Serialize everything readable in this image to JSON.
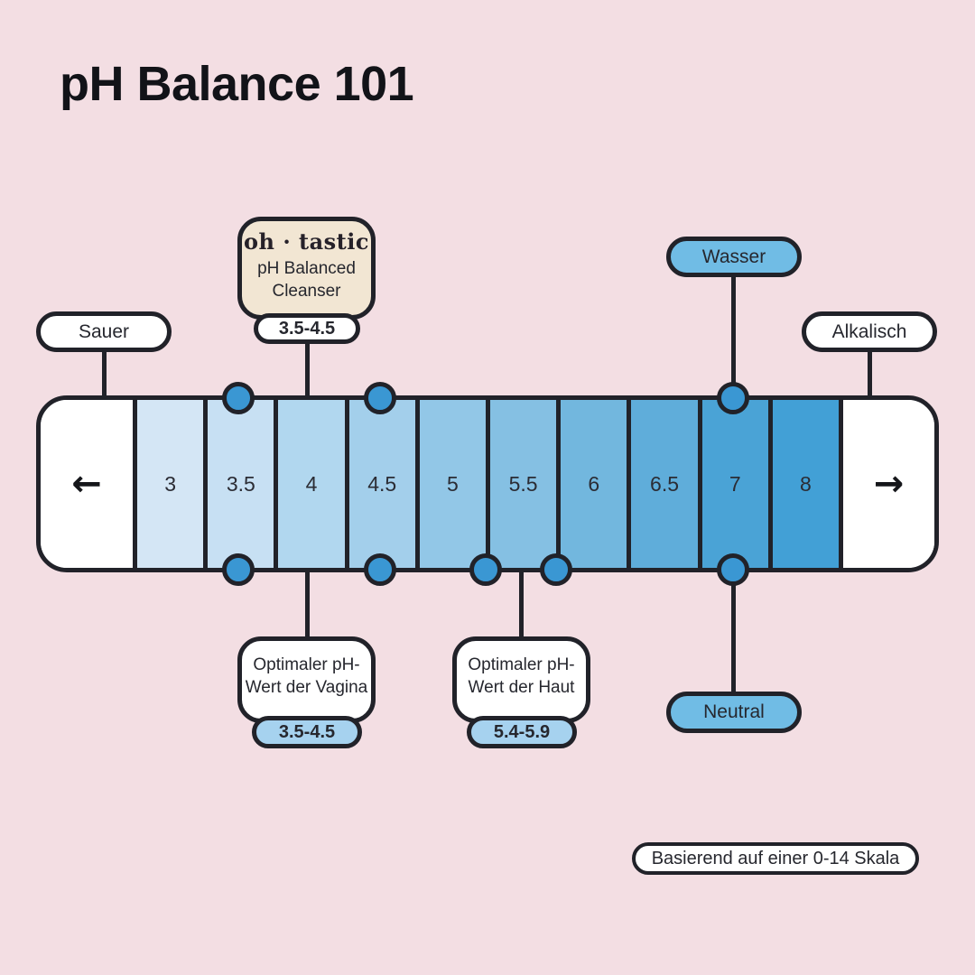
{
  "title": "pH Balance 101",
  "colors": {
    "background": "#f3dee3",
    "outline": "#212229",
    "blue_pill": "#70bce5",
    "range_pill": "#a6d2ef",
    "dot": "#3a97d3",
    "cream_box": "#f2e6d3"
  },
  "scale": {
    "left_arrow": "←",
    "right_arrow": "→",
    "segments": [
      {
        "label": "3",
        "color": "#d4e6f5"
      },
      {
        "label": "3.5",
        "color": "#c7e0f3"
      },
      {
        "label": "4",
        "color": "#b1d7ef"
      },
      {
        "label": "4.5",
        "color": "#a3cfeb"
      },
      {
        "label": "5",
        "color": "#92c7e7"
      },
      {
        "label": "5.5",
        "color": "#85c0e3"
      },
      {
        "label": "6",
        "color": "#72b7de"
      },
      {
        "label": "6.5",
        "color": "#5fadda"
      },
      {
        "label": "7",
        "color": "#4aa3d6"
      },
      {
        "label": "8",
        "color": "#42a0d6"
      }
    ]
  },
  "labels": {
    "sauer": "Sauer",
    "alkalisch": "Alkalisch",
    "wasser": "Wasser",
    "neutral": "Neutral",
    "footnote": "Basierend auf einer 0-14 Skala"
  },
  "cleanser": {
    "brand": "oh · tastic",
    "product": "pH Balanced Cleanser",
    "range": "3.5-4.5"
  },
  "vagina": {
    "text": "Optimaler pH-Wert der Vagina",
    "range": "3.5-4.5"
  },
  "haut": {
    "text": "Optimaler pH-Wert der Haut",
    "range": "5.4-5.9"
  }
}
